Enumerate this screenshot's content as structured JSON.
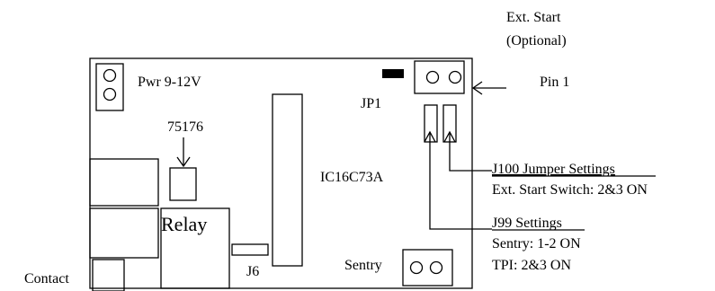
{
  "labels": {
    "ext_start": "Ext. Start",
    "optional": "(Optional)",
    "pwr": "Pwr  9-12V",
    "jp1": "JP1",
    "pin1": "Pin 1",
    "chip_75176": "75176",
    "ic": "IC16C73A",
    "relay": "Relay",
    "j6": "J6",
    "sentry": "Sentry",
    "contact": "Contact",
    "j100_title": "J100 Jumper Settings",
    "j100_line1": "Ext. Start Switch: 2&3 ON",
    "j99_title": "J99 Settings",
    "j99_line1": "Sentry: 1-2 ON",
    "j99_line2": "TPI: 2&3 ON"
  }
}
